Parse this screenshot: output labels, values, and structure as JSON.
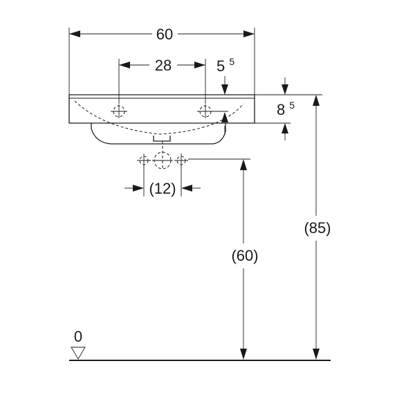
{
  "dimensions": {
    "overall_width": "60",
    "tap_hole_spacing": "28",
    "rear_offset_main": "5",
    "rear_offset_sup": "5",
    "rim_thickness_main": "8",
    "rim_thickness_sup": "5",
    "waste_spacing": "(12)",
    "waste_height": "(60)",
    "rim_height": "(85)",
    "floor_level": "0"
  }
}
